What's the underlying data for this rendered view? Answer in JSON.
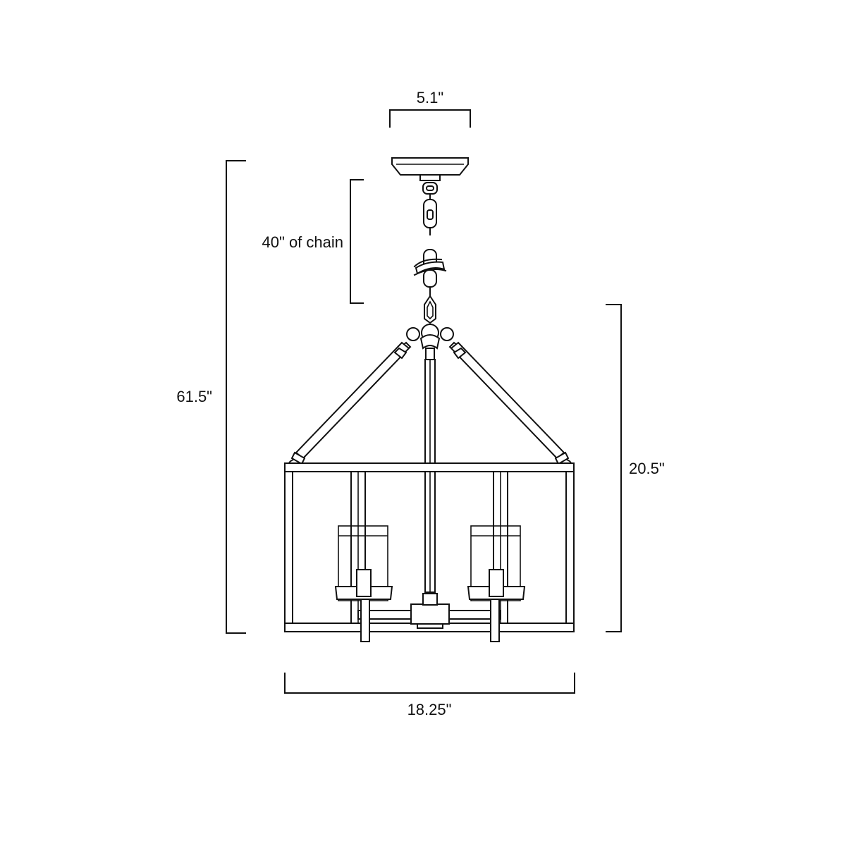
{
  "dimensions": {
    "canopy_width": "5.1\"",
    "chain_length": "40\" of chain",
    "overall_height": "61.5\"",
    "fixture_height": "20.5\"",
    "fixture_width": "18.25\""
  }
}
